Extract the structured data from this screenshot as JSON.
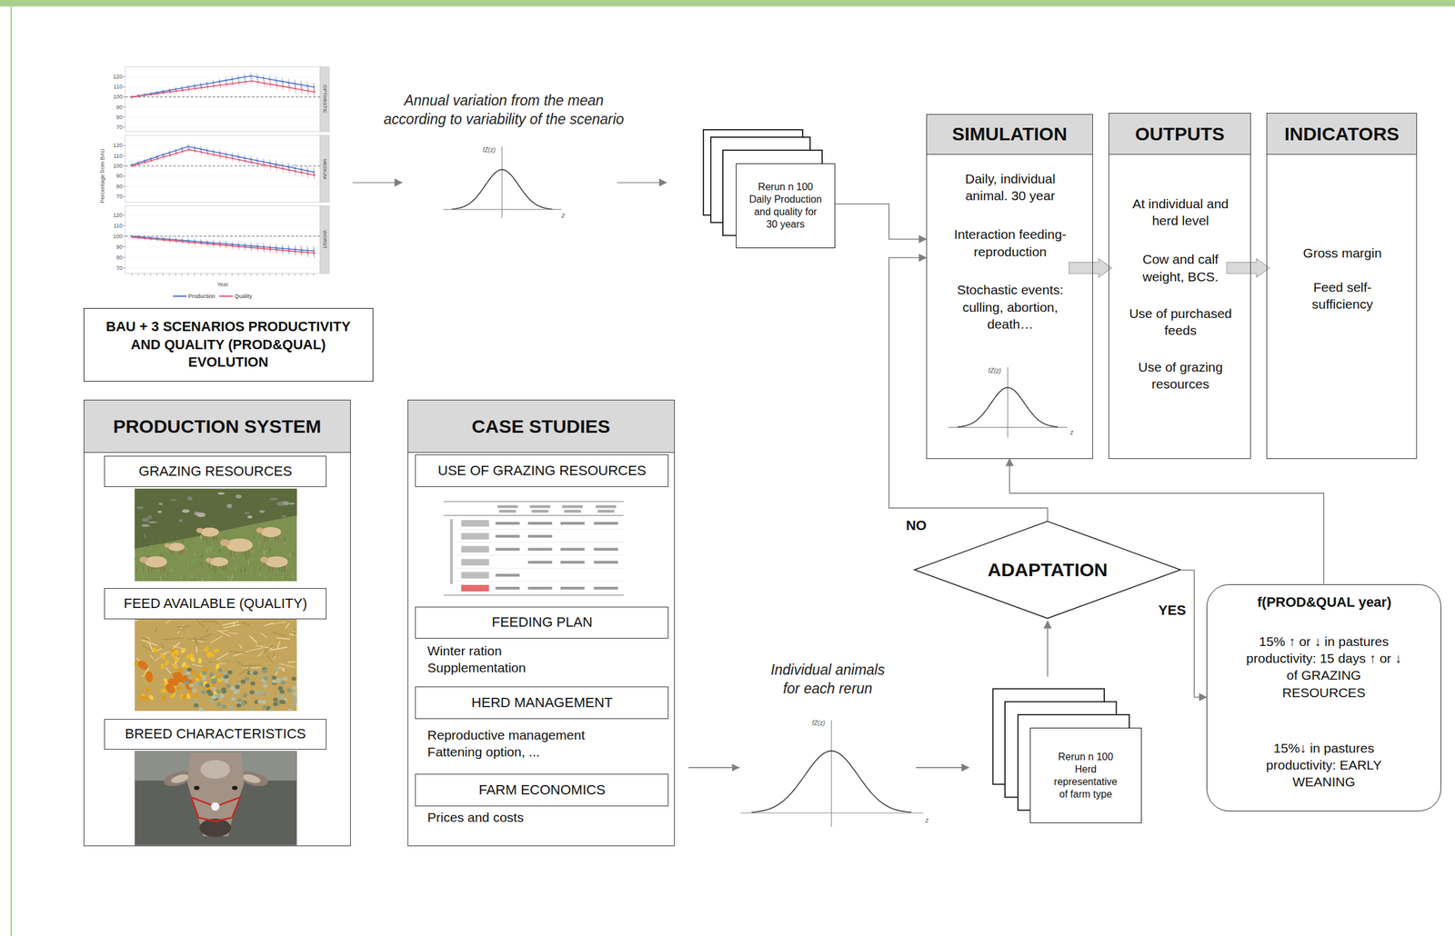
{
  "diagram": {
    "nodes": [
      {
        "text": [
          "BAU + 3 SCENARIOS PRODUCTIVITY AND QUALITY (PROD&QUAL) EVOLUTION"
        ]
      },
      {
        "text": [
          "Rerun n 100 Daily Production and quality for 30 years"
        ]
      },
      {
        "text": [
          "SIMULATION",
          "Daily, individual animal. 30 year",
          "Interaction feeding- reproduction",
          "Stochastic events: culling, abortion, death…"
        ]
      },
      {
        "text": [
          "OUTPUTS",
          "At individual and herd level",
          "Cow and calf weight, BCS.",
          "Use of purchased feeds",
          "Use of grazing resources"
        ]
      },
      {
        "text": [
          "INDICATORS",
          "Gross margin",
          "Feed self- sufficiency"
        ]
      },
      {
        "text": [
          "PRODUCTION SYSTEM"
        ]
      },
      {
        "text": [
          "GRAZING RESOURCES"
        ],
        "in": 5
      },
      {
        "text": [
          "FEED AVAILABLE (QUALITY)"
        ],
        "in": 5
      },
      {
        "text": [
          "BREED CHARACTERISTICS"
        ],
        "in": 5
      },
      {
        "text": [
          "CASE STUDIES",
          "Winter ration Supplementation",
          "Reproductive management Fattening option, ...",
          "Prices and costs"
        ]
      },
      {
        "text": [
          "USE OF GRAZING RESOURCES"
        ],
        "in": 9
      },
      {
        "text": [
          "FEEDING PLAN"
        ],
        "in": 9
      },
      {
        "text": [
          "HERD MANAGEMENT"
        ],
        "in": 9
      },
      {
        "text": [
          "FARM ECONOMICS"
        ],
        "in": 9
      },
      {
        "text": [
          "Rerun n 100 Herd representative of farm type"
        ]
      },
      {
        "text": [
          "ADAPTATION"
        ]
      },
      {
        "text": [
          "f(PROD&QUAL year)",
          "15% ↑ or ↓ in pastures productivity: 15 days ↑ or ↓ of GRAZING RESOURCES",
          "15%↓ in pastures productivity: EARLY WEANING"
        ]
      }
    ],
    "edges": [
      {
        "from": 1,
        "to": 2,
        "arrow": "to"
      },
      {
        "from": 2,
        "to": 3,
        "arrow": "to"
      },
      {
        "from": 3,
        "to": 4,
        "arrow": "to"
      },
      {
        "from": 9,
        "to": 14,
        "arrow": "to"
      },
      {
        "from": 14,
        "to": 15,
        "arrow": "to"
      },
      {
        "from": 15,
        "to": 2,
        "label": "NO",
        "arrow": "to"
      },
      {
        "from": 15,
        "to": 16,
        "label": "YES",
        "arrow": "to"
      },
      {
        "from": 16,
        "to": 2,
        "arrow": "to"
      }
    ],
    "labels": [
      "Annual variation from the mean according to variability of the scenario",
      "Percentage from BAU",
      "120",
      "110",
      "100",
      "90",
      "80",
      "70",
      "OPTIMISTIC",
      "120",
      "110",
      "100",
      "90",
      "80",
      "70",
      "MEDIUM",
      "120",
      "110",
      "100",
      "90",
      "80",
      "70",
      "WORST",
      "Year",
      "fZ(z)",
      "z",
      "fZ(z)",
      "z",
      "Individual animals for each rerun",
      "fZ(z)",
      "z"
    ],
    "legend": [
      {
        "text": "Production"
      },
      {
        "text": "Quality"
      }
    ]
  }
}
